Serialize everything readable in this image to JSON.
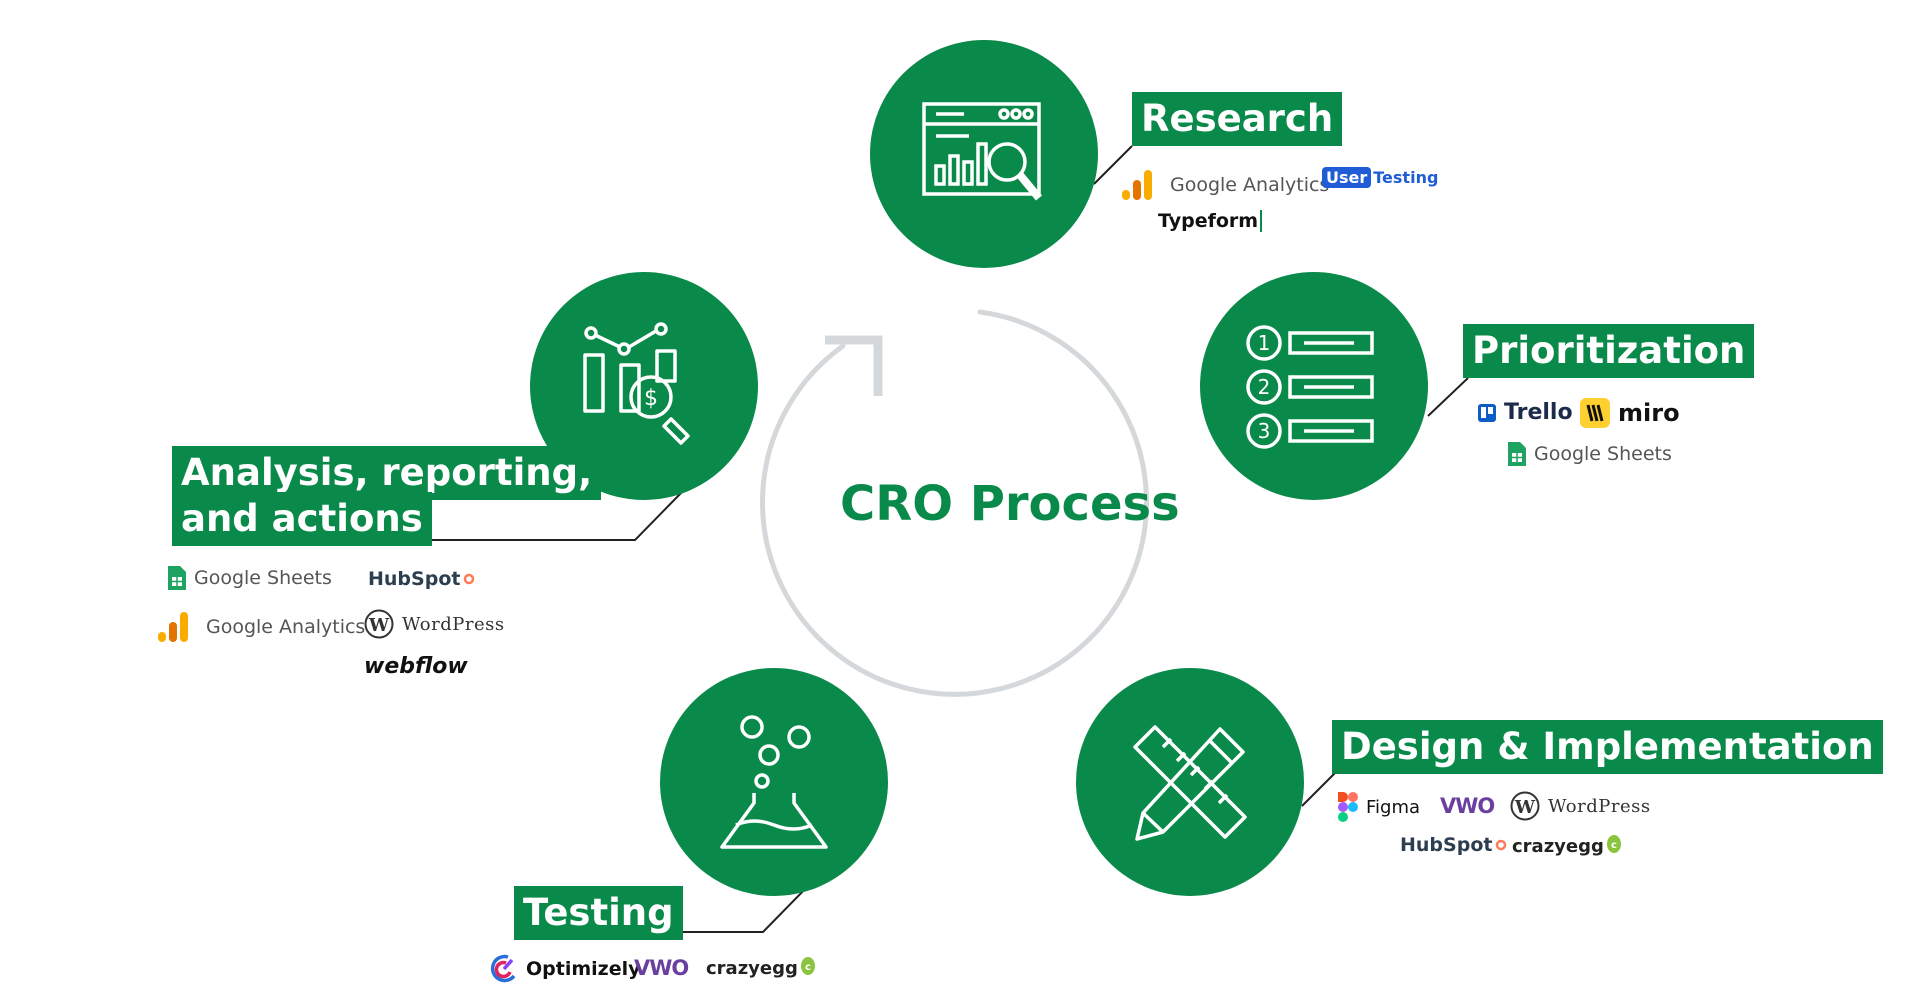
{
  "center_title": "CRO Process",
  "stages": {
    "research": {
      "label": "Research",
      "tools": [
        "Google Analytics",
        "User",
        "Testing",
        "Typeform"
      ]
    },
    "prioritization": {
      "label": "Prioritization",
      "tools": [
        "Trello",
        "miro",
        "Google Sheets"
      ]
    },
    "design": {
      "label": "Design & Implementation",
      "tools": [
        "Figma",
        "VWO",
        "WordPress",
        "HubSpot",
        "crazyegg"
      ]
    },
    "testing": {
      "label": "Testing",
      "tools": [
        "Optimizely",
        "VWO",
        "crazyegg"
      ]
    },
    "analysis": {
      "label_line1": "Analysis, reporting,",
      "label_line2": "and actions",
      "tools": [
        "Google Sheets",
        "HubSpot",
        "Google Analytics",
        "WordPress",
        "webflow"
      ]
    }
  },
  "colors": {
    "brand_green": "#0a8a4a",
    "cycle_gray": "#d5d8db",
    "connector": "#222222"
  },
  "icons": {
    "research": "browser-chart-magnifier-icon",
    "prioritization": "numbered-list-icon",
    "design": "pencil-ruler-icon",
    "testing": "flask-bubbles-icon",
    "analysis": "bar-chart-dollar-magnifier-icon"
  }
}
